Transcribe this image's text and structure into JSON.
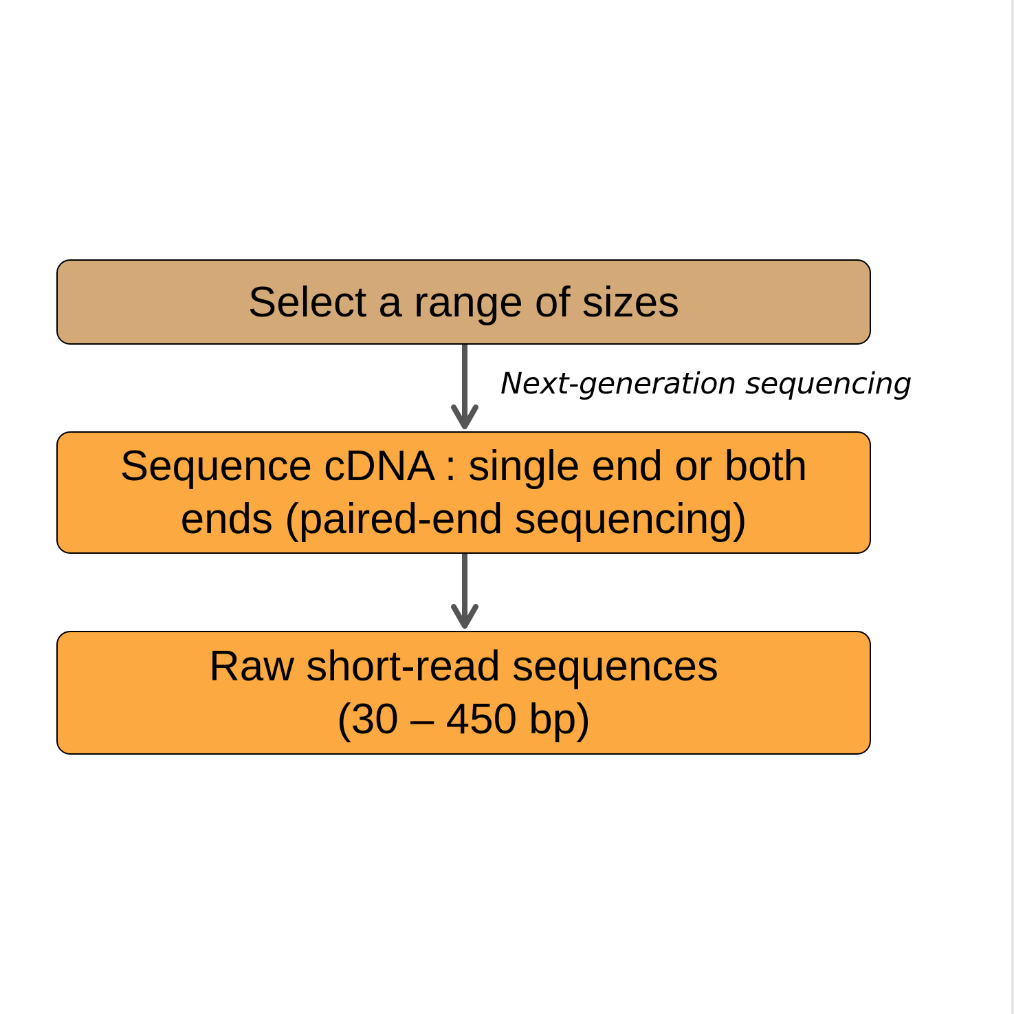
{
  "diagram": {
    "colors": {
      "box_top": "#d4a978",
      "box_steps": "#fba940",
      "arrow": "#555555",
      "border": "#000000"
    },
    "steps": [
      {
        "text": "Select a range of sizes"
      },
      {
        "text": "Sequence cDNA : single end or both\nends (paired-end sequencing)"
      },
      {
        "text": "Raw short-read sequences\n(30 – 450 bp)"
      }
    ],
    "edges": [
      {
        "from": 0,
        "to": 1,
        "label": "Next-generation sequencing"
      },
      {
        "from": 1,
        "to": 2,
        "label": ""
      }
    ]
  }
}
